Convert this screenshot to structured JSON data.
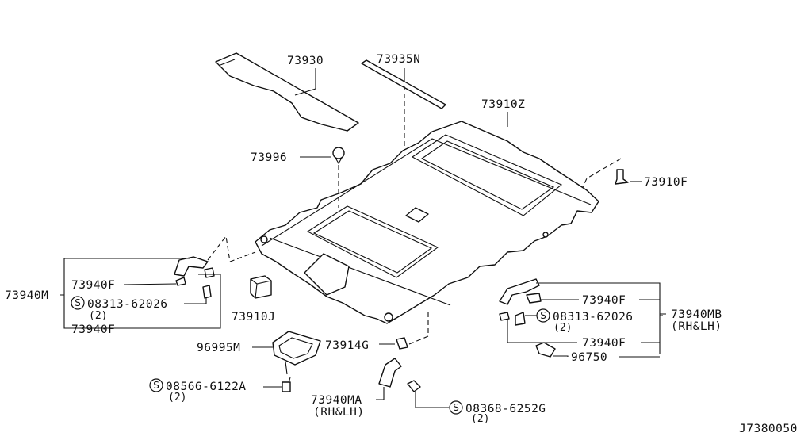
{
  "diagram_id": "J7380050",
  "screw_symbol": "S",
  "parts": {
    "p73930": "73930",
    "p73935n": "73935N",
    "p73910z": "73910Z",
    "p73996": "73996",
    "p73910f": "73910F",
    "p73910j": "73910J",
    "p73914g": "73914G",
    "p96995m": "96995M",
    "p96750": "96750"
  },
  "left_group": {
    "label": "73940M",
    "items": [
      "73940F",
      "08313-62026",
      "(2)",
      "73940F"
    ]
  },
  "right_group": {
    "label": "73940MB",
    "sublabel": "(RH&LH)",
    "items": [
      "73940F",
      "08313-62026",
      "(2)",
      "73940F"
    ]
  },
  "screws": {
    "s08566": {
      "code": "08566-6122A",
      "qty": "(2)"
    },
    "s08368": {
      "code": "08368-6252G",
      "qty": "(2)"
    }
  },
  "grip": {
    "code": "73940MA",
    "sub": "(RH&LH)"
  }
}
